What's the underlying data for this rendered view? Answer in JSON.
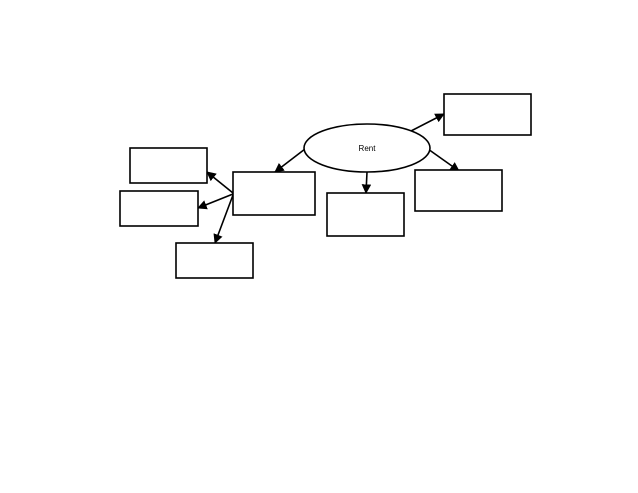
{
  "diagram": {
    "central_node": {
      "label": "Rent"
    },
    "boxes": [
      {
        "id": "box-top-right",
        "label": ""
      },
      {
        "id": "box-mid-right",
        "label": ""
      },
      {
        "id": "box-below-center",
        "label": ""
      },
      {
        "id": "box-center-left",
        "label": ""
      },
      {
        "id": "box-far-left-top",
        "label": ""
      },
      {
        "id": "box-far-left-mid",
        "label": ""
      },
      {
        "id": "box-bottom-left",
        "label": ""
      }
    ],
    "colors": {
      "stroke": "#000000",
      "fill": "#ffffff",
      "background": "#ffffff"
    }
  }
}
